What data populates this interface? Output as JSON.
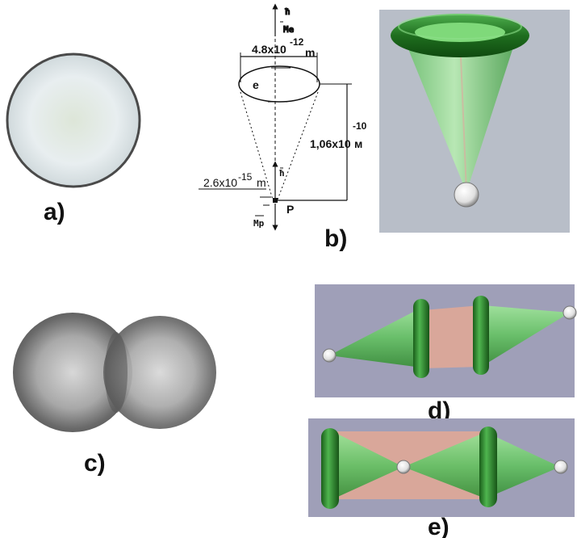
{
  "panels": {
    "a": {
      "label": "a)"
    },
    "b": {
      "label": "b)",
      "top_spin": "ħ",
      "top_moment": "Me",
      "orbit_width": "4.8x10",
      "orbit_width_exp": "-12",
      "orbit_width_unit": "m",
      "electron": "e",
      "height": "1,06x10",
      "height_exp": "-10",
      "height_unit": "м",
      "proton_size": "2.6x10",
      "proton_size_exp": "-15",
      "proton_size_unit": "m",
      "proton_spin": "ħ",
      "proton_moment": "Mp",
      "proton": "P"
    },
    "c": {
      "label": "c)"
    },
    "d": {
      "label": "d)"
    },
    "e": {
      "label": "e)"
    }
  },
  "colors": {
    "gray_background": "#b8bec8",
    "violet_background": "#9f9fb8",
    "ring_green": "#2f8a2f",
    "cone_green": "#7fd27f",
    "overlap_pink": "#d9a79a"
  }
}
